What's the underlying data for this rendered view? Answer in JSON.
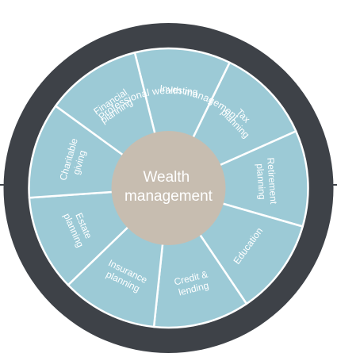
{
  "outer_ring": {
    "label": "Professional wealth management"
  },
  "center": {
    "lines": [
      "Wealth",
      "management"
    ]
  },
  "segments": [
    {
      "id": "investing",
      "lines": [
        "Investing"
      ]
    },
    {
      "id": "tax-planning",
      "lines": [
        "Tax",
        "planning"
      ]
    },
    {
      "id": "retirement-planning",
      "lines": [
        "Retirement",
        "planning"
      ]
    },
    {
      "id": "education",
      "lines": [
        "Education"
      ]
    },
    {
      "id": "credit-lending",
      "lines": [
        "Credit &",
        "lending"
      ]
    },
    {
      "id": "insurance-planning",
      "lines": [
        "Insurance",
        "planning"
      ]
    },
    {
      "id": "estate-planning",
      "lines": [
        "Estate",
        "planning"
      ]
    },
    {
      "id": "charitable-giving",
      "lines": [
        "Charitable",
        "giving"
      ]
    },
    {
      "id": "financial-planning",
      "lines": [
        "Financial",
        "planning"
      ]
    }
  ],
  "colors": {
    "ring": "#3e4248",
    "segment": "#9ccad6",
    "separator": "#ffffff",
    "center": "#c7bdb0",
    "text": "#ffffff"
  }
}
